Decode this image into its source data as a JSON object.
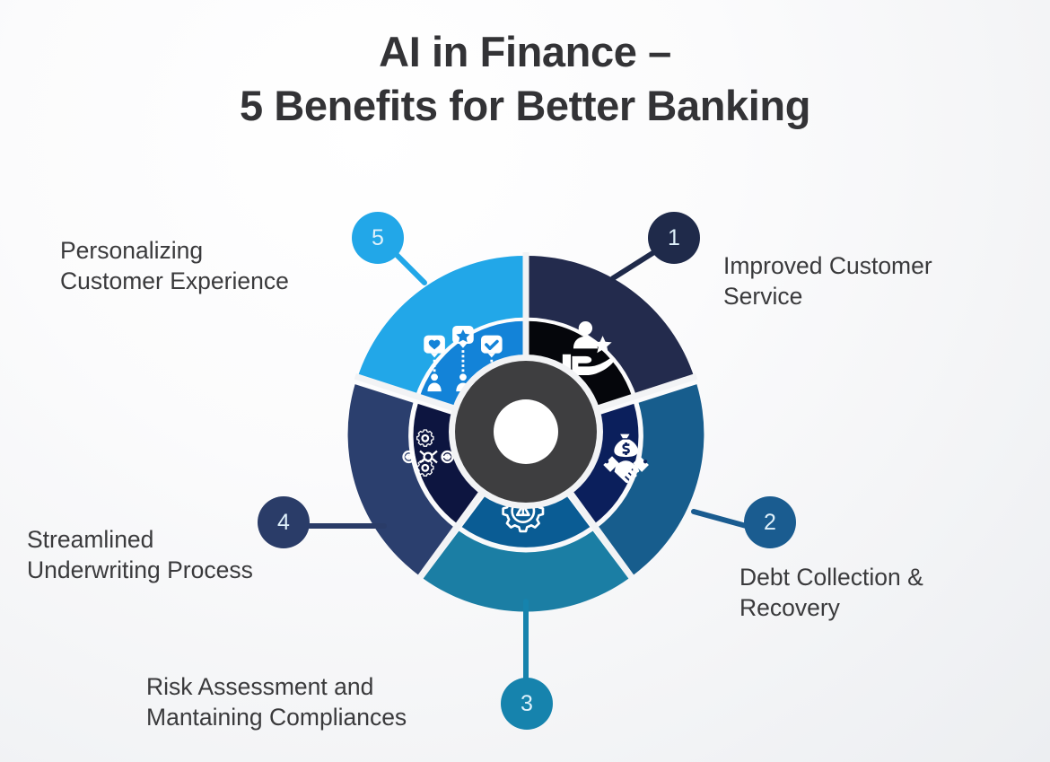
{
  "title": "AI in Finance –\n5 Benefits for Better Banking",
  "colors": {
    "background_top": "#ffffff",
    "background_bottom": "#eceef1",
    "title_text": "#333336",
    "label_text": "#3a3a3c",
    "hub_ring": "#3e3e40",
    "hub_center": "#ffffff",
    "segment_gap": "#f2f3f5"
  },
  "hub": {
    "name": "center-hub"
  },
  "segments": [
    {
      "number": "1",
      "label": "Improved Customer\nService",
      "icon": "hand-holding-person-star-icon",
      "badge_color": "#1f2a4a",
      "outer_color": "#232b4d",
      "inner_color": "#05060b",
      "connector_color": "#1f2a4a"
    },
    {
      "number": "2",
      "label": "Debt Collection &\nRecovery",
      "icon": "handshake-money-bag-icon",
      "badge_color": "#1a5c90",
      "outer_color": "#175d8d",
      "inner_color": "#0b1f5c",
      "connector_color": "#1a5c90"
    },
    {
      "number": "3",
      "label": "Risk Assessment and\nMantaining Compliances",
      "icon": "gear-warning-icon",
      "badge_color": "#1683ad",
      "outer_color": "#1b7ea4",
      "inner_color": "#0a5c94",
      "connector_color": "#1683ad"
    },
    {
      "number": "4",
      "label": "Streamlined\nUnderwriting Process",
      "icon": "connected-gears-icon",
      "badge_color": "#2a3c68",
      "outer_color": "#2b3f6e",
      "inner_color": "#0d1540",
      "connector_color": "#2a3c68"
    },
    {
      "number": "5",
      "label": "Personalizing\nCustomer Experience",
      "icon": "customer-feedback-people-icon",
      "badge_color": "#22a7e8",
      "outer_color": "#22a7e8",
      "inner_color": "#1383d8",
      "connector_color": "#22a7e8"
    }
  ]
}
